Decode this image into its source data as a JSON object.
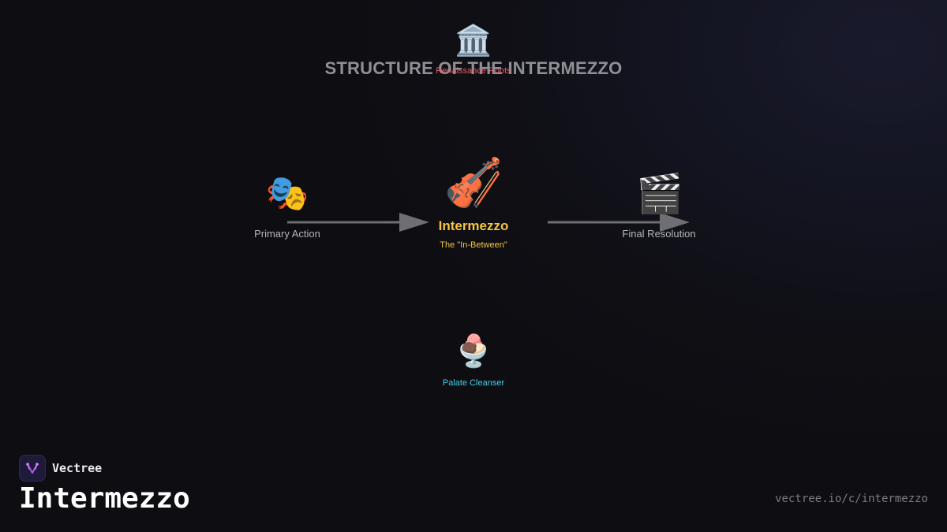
{
  "diagram": {
    "title": "STRUCTURE OF THE INTERMEZZO",
    "roots": {
      "icon": "classical-building-icon",
      "glyph": "🏛️",
      "label": "Renaissance Roots"
    },
    "left_node": {
      "icon": "performing-arts-icon",
      "glyph": "🎭",
      "label": "Primary Action"
    },
    "center_node": {
      "icon": "violin-icon",
      "glyph": "🎻",
      "title": "Intermezzo",
      "subtitle": "The \"In-Between\""
    },
    "right_node": {
      "icon": "clapper-board-icon",
      "glyph": "🎬",
      "label": "Final Resolution"
    },
    "bottom_node": {
      "icon": "ice-cream-icon",
      "glyph": "🍨",
      "label": "Palate Cleanser"
    },
    "colors": {
      "title": "#8f8f96",
      "roots": "#e0606a",
      "center": "#f5c542",
      "palate": "#3fd0e6",
      "arrow": "#6e6e73"
    }
  },
  "brand": {
    "icon": "vectree-logo-icon",
    "name": "Vectree",
    "title": "Intermezzo",
    "url": "vectree.io/c/intermezzo"
  }
}
